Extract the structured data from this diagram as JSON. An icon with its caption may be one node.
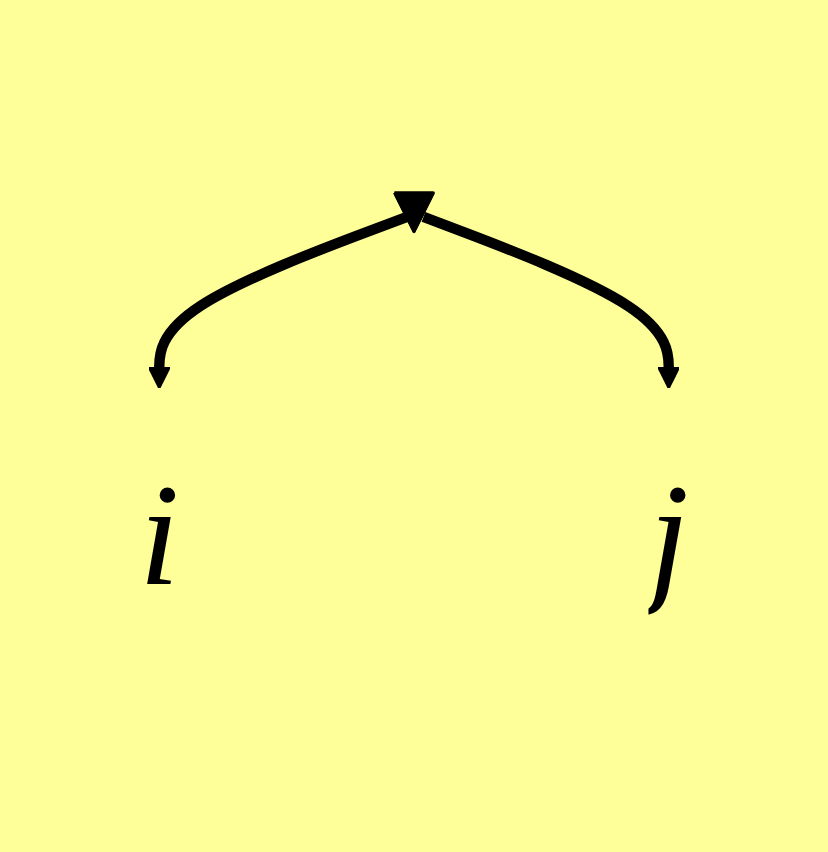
{
  "diagram": {
    "nodes": [
      {
        "text": [],
        "shape": "triangle"
      },
      {
        "text": [
          "i"
        ]
      },
      {
        "text": [
          "j"
        ]
      }
    ],
    "edges": [
      {
        "from": 0,
        "to": 1,
        "arrow": "to"
      },
      {
        "from": 0,
        "to": 2,
        "arrow": "to"
      }
    ]
  }
}
